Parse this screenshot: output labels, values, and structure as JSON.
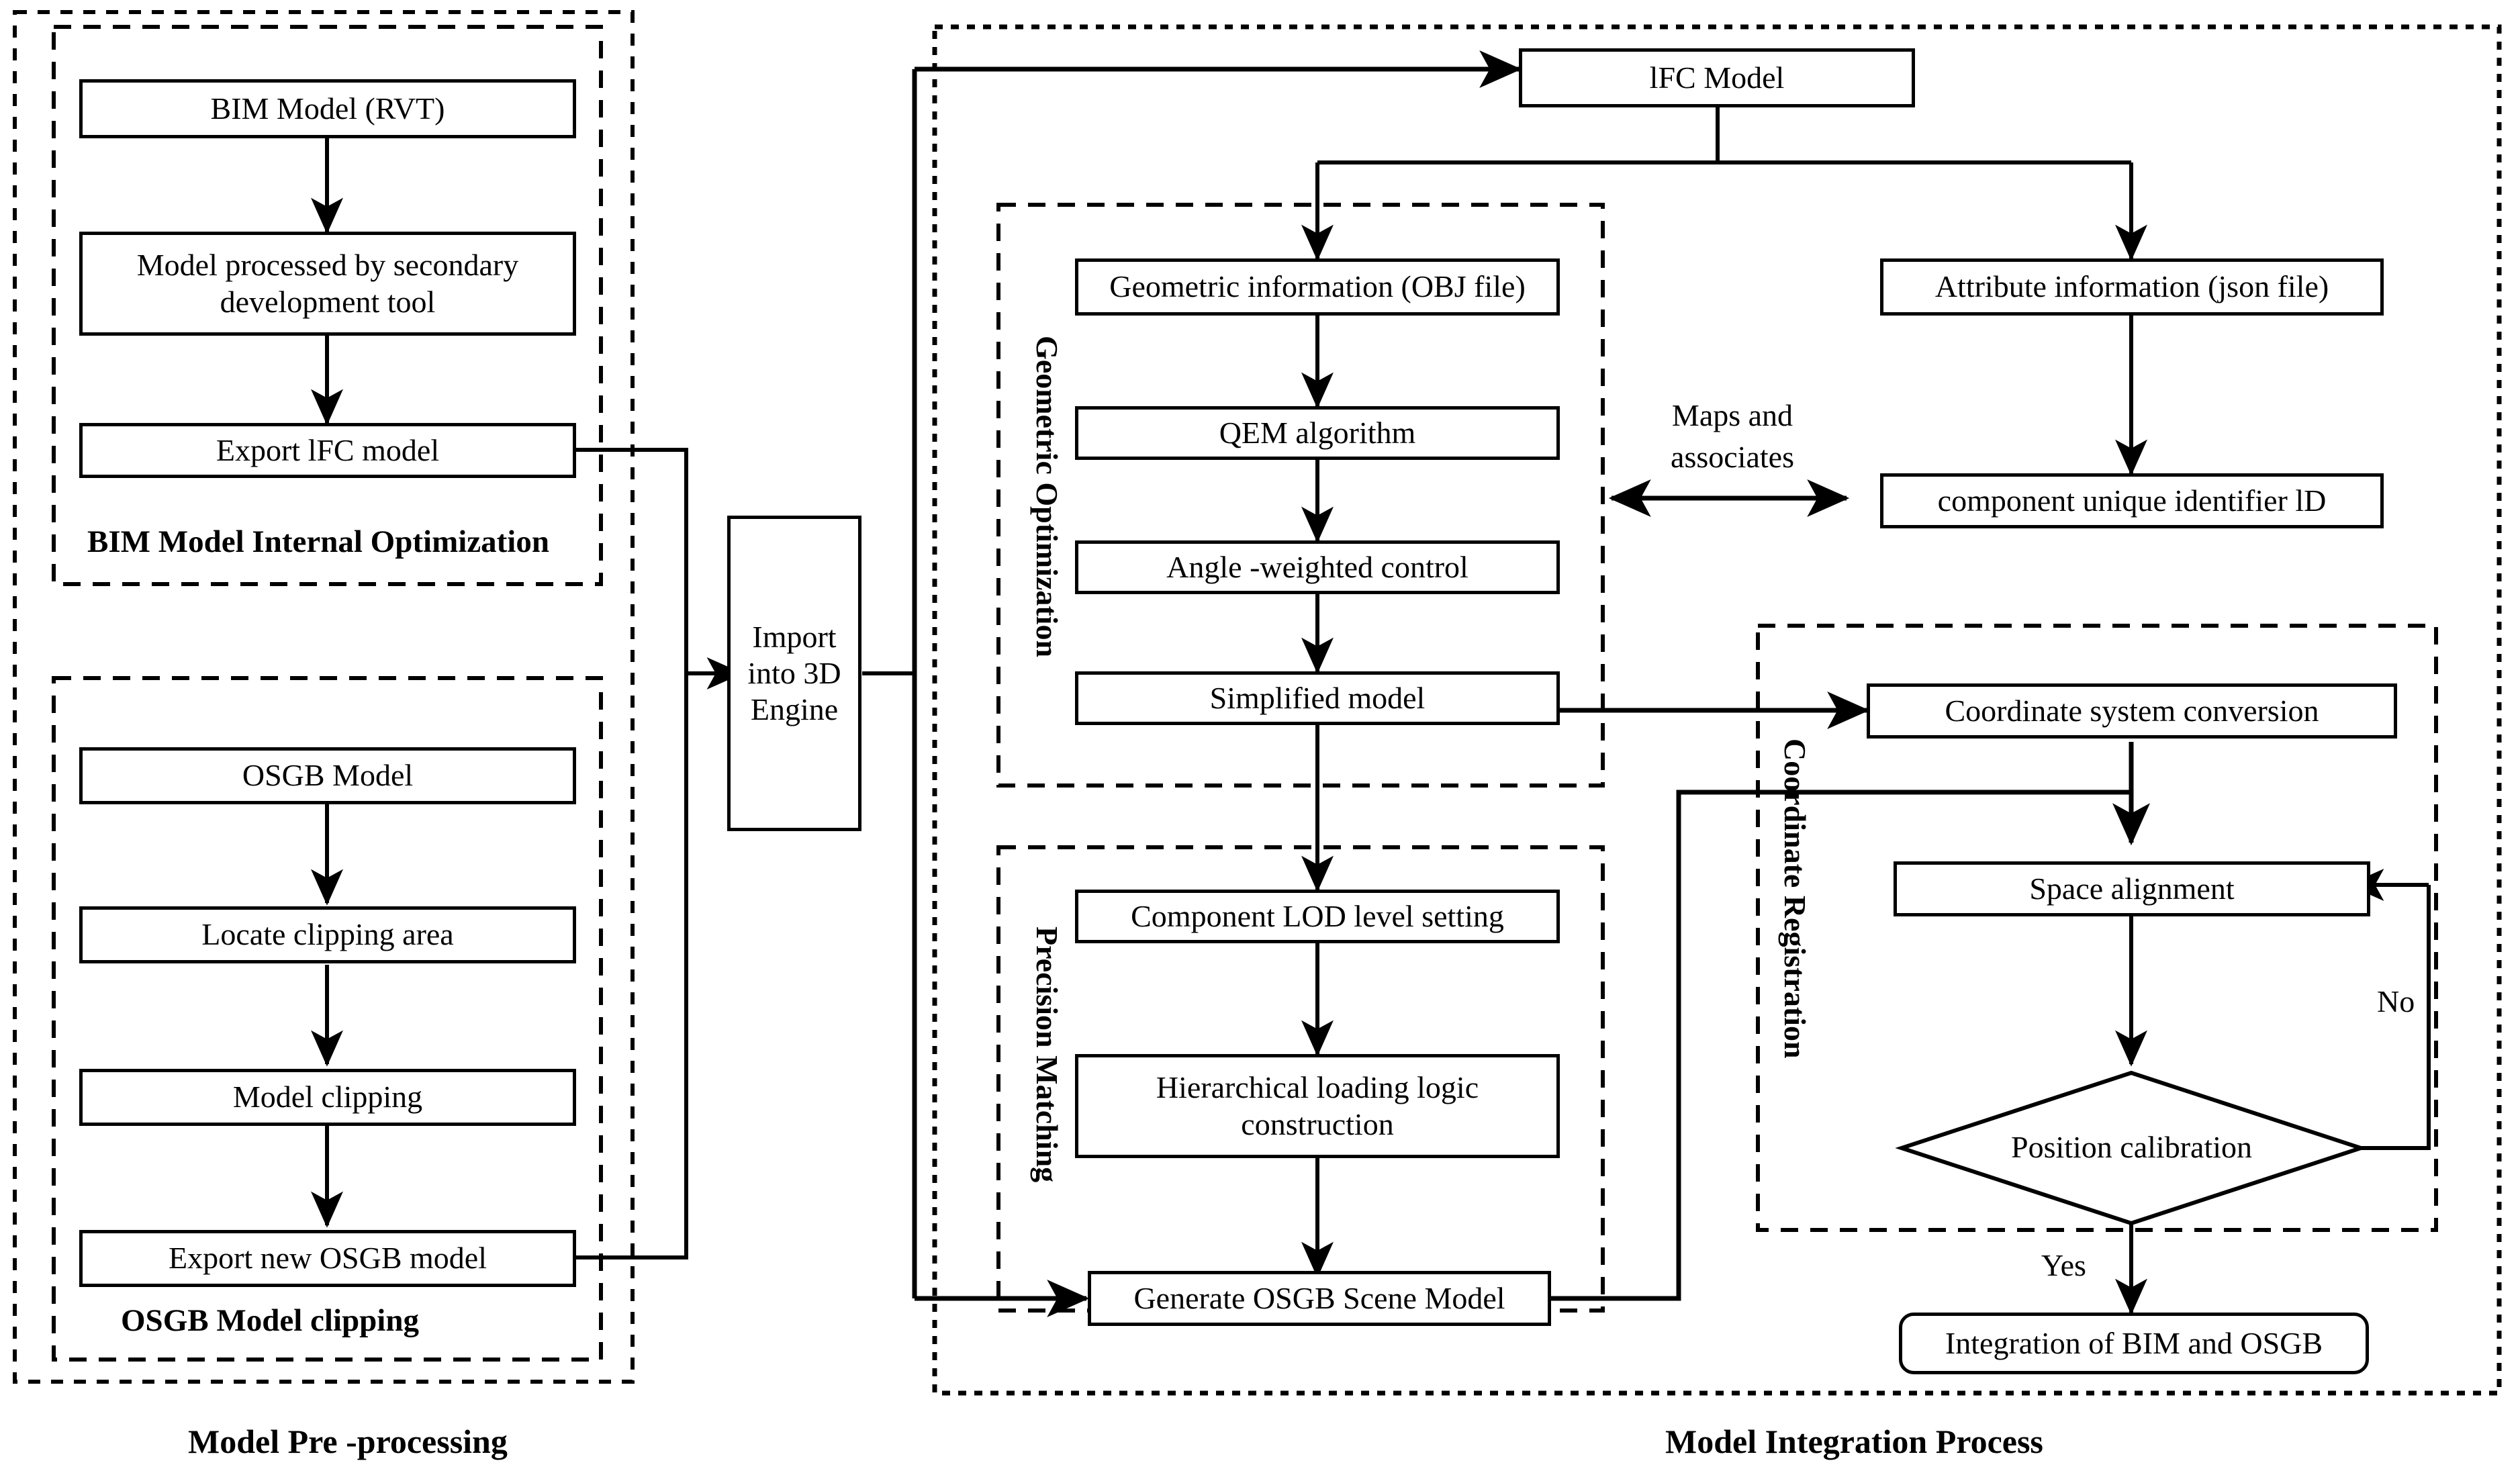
{
  "diagram": {
    "title_hidden": "",
    "groups": [
      {
        "id": "model-pre-processing",
        "label": "Model Pre -processing",
        "style": "dashed-outer"
      },
      {
        "id": "bim-internal-optimization",
        "label": "BIM Model Internal Optimization",
        "style": "dashed-inner"
      },
      {
        "id": "osgb-model-clipping",
        "label": "OSGB Model clipping",
        "style": "dashed-inner"
      },
      {
        "id": "model-integration-process",
        "label": "Model Integration Process",
        "style": "dashed-outer"
      },
      {
        "id": "geometric-optimization",
        "label": "Geometric Optimization",
        "style": "dashed-inner-vertical"
      },
      {
        "id": "precision-matching",
        "label": "Precision Matching",
        "style": "dashed-inner-vertical"
      },
      {
        "id": "coordinate-registration",
        "label": "Coordinate Registration",
        "style": "dashed-inner-vertical"
      }
    ],
    "nodes": [
      {
        "id": "bim-model-rvt",
        "label": "BIM Model (RVT)",
        "shape": "rect"
      },
      {
        "id": "model-processed-secondary-dev-tool",
        "label": "Model processed by secondary development tool",
        "shape": "rect"
      },
      {
        "id": "export-ifc-model",
        "label": "Export lFC model",
        "shape": "rect"
      },
      {
        "id": "osgb-model",
        "label": "OSGB Model",
        "shape": "rect"
      },
      {
        "id": "locate-clipping-area",
        "label": "Locate clipping area",
        "shape": "rect"
      },
      {
        "id": "model-clipping",
        "label": "Model clipping",
        "shape": "rect"
      },
      {
        "id": "export-new-osgb-model",
        "label": "Export new OSGB model",
        "shape": "rect"
      },
      {
        "id": "import-into-3d-engine",
        "label": "Import into 3D Engine",
        "shape": "rect"
      },
      {
        "id": "ifc-model",
        "label": "lFC Model",
        "shape": "rect"
      },
      {
        "id": "geometric-information-obj",
        "label": "Geometric information (OBJ file)",
        "shape": "rect"
      },
      {
        "id": "qem-algorithm",
        "label": "QEM algorithm",
        "shape": "rect"
      },
      {
        "id": "angle-weighted-control",
        "label": "Angle -weighted control",
        "shape": "rect"
      },
      {
        "id": "simplified-model",
        "label": "Simplified model",
        "shape": "rect"
      },
      {
        "id": "attribute-information-json",
        "label": "Attribute information (json file)",
        "shape": "rect"
      },
      {
        "id": "component-unique-identifier-id",
        "label": "component unique identifier lD",
        "shape": "rect"
      },
      {
        "id": "component-lod-level-setting",
        "label": "Component LOD level setting",
        "shape": "rect"
      },
      {
        "id": "hierarchical-loading-logic-construction",
        "label": "Hierarchical loading logic construction",
        "shape": "rect"
      },
      {
        "id": "generate-osgb-scene-model",
        "label": "Generate OSGB Scene Model",
        "shape": "rect"
      },
      {
        "id": "coordinate-system-conversion",
        "label": "Coordinate system conversion",
        "shape": "rect"
      },
      {
        "id": "space-alignment",
        "label": "Space alignment",
        "shape": "rect"
      },
      {
        "id": "position-calibration",
        "label": "Position calibration",
        "shape": "diamond"
      },
      {
        "id": "integration-of-bim-and-osgb",
        "label": "Integration of BIM and OSGB",
        "shape": "rounded-rect"
      }
    ],
    "edge_labels": [
      {
        "id": "maps-and-associates",
        "line1": "Maps and",
        "line2": "associates"
      },
      {
        "id": "decision-no",
        "label": "No"
      },
      {
        "id": "decision-yes",
        "label": "Yes"
      }
    ],
    "colors": {
      "stroke": "#000000",
      "background": "#ffffff",
      "text": "#000000"
    }
  }
}
